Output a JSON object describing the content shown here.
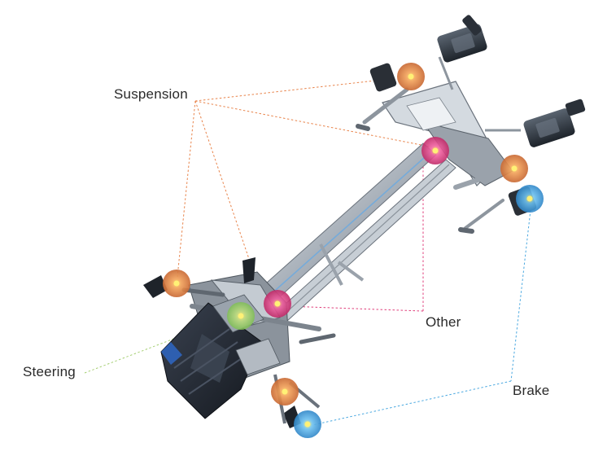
{
  "labels": {
    "suspension": "Suspension",
    "other": "Other",
    "steering": "Steering",
    "brake": "Brake"
  },
  "colors": {
    "suspension": "#e8834a",
    "other": "#e0407c",
    "steering": "#8fc95a",
    "brake": "#4aa8e0",
    "frame": "#b9c0c8",
    "frame_dark": "#5f6770",
    "housing": "#262b33",
    "accent_blue": "#2e5fb0"
  },
  "icons": [
    "suspension-hotspot",
    "other-hotspot",
    "steering-hotspot",
    "brake-hotspot"
  ]
}
